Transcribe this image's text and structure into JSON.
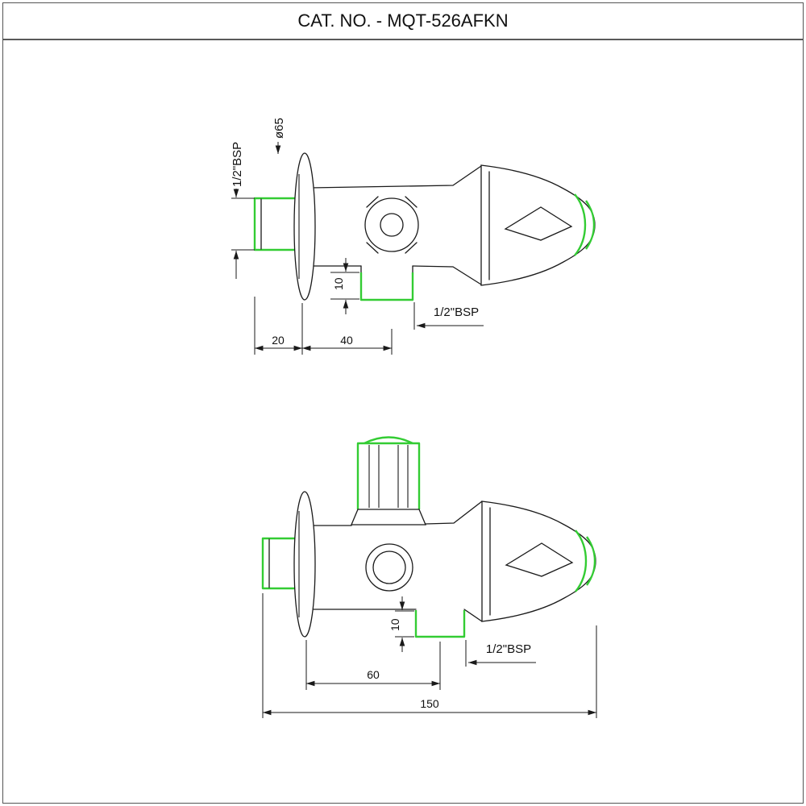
{
  "title": "CAT. NO. - MQT-526AFKN",
  "colors": {
    "line": "#1a1a1a",
    "highlight_green": "#33cc33",
    "background": "#ffffff"
  },
  "views": {
    "top": {
      "dims": {
        "flange_diameter": "ø65",
        "inlet_thread": "1/2\"BSP",
        "outlet_stub": "10",
        "outlet_thread": "1/2\"BSP",
        "inlet_length": "20",
        "flange_to_outlet": "40"
      }
    },
    "bottom": {
      "dims": {
        "outlet_stub": "10",
        "outlet_thread": "1/2\"BSP",
        "flange_to_outlet": "60",
        "overall_length": "150"
      }
    }
  }
}
